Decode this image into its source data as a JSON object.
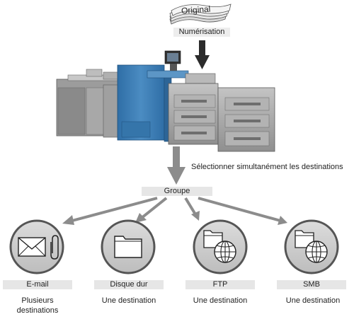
{
  "top": {
    "original_label": "Original",
    "scan_label": "Numérisation"
  },
  "select_label": "Sélectionner simultanément les destinations",
  "group_label": "Groupe",
  "destinations": [
    {
      "name": "E-mail",
      "desc_line1": "Plusieurs",
      "desc_line2": "destinations",
      "icon": "email-icon"
    },
    {
      "name": "Disque dur",
      "desc_line1": "Une destination",
      "icon": "folder-icon"
    },
    {
      "name": "FTP",
      "desc_line1": "Une destination",
      "icon": "folder-globe-icon"
    },
    {
      "name": "SMB",
      "desc_line1": "Une destination",
      "icon": "folder-globe-icon"
    }
  ],
  "colors": {
    "arrow_dark": "#2b2b2b",
    "arrow_gray": "#8c8c8c",
    "machine_gray": "#a5a5a5",
    "machine_blue": "#3f7fb4",
    "tag_bg": "#e6e6e6"
  }
}
